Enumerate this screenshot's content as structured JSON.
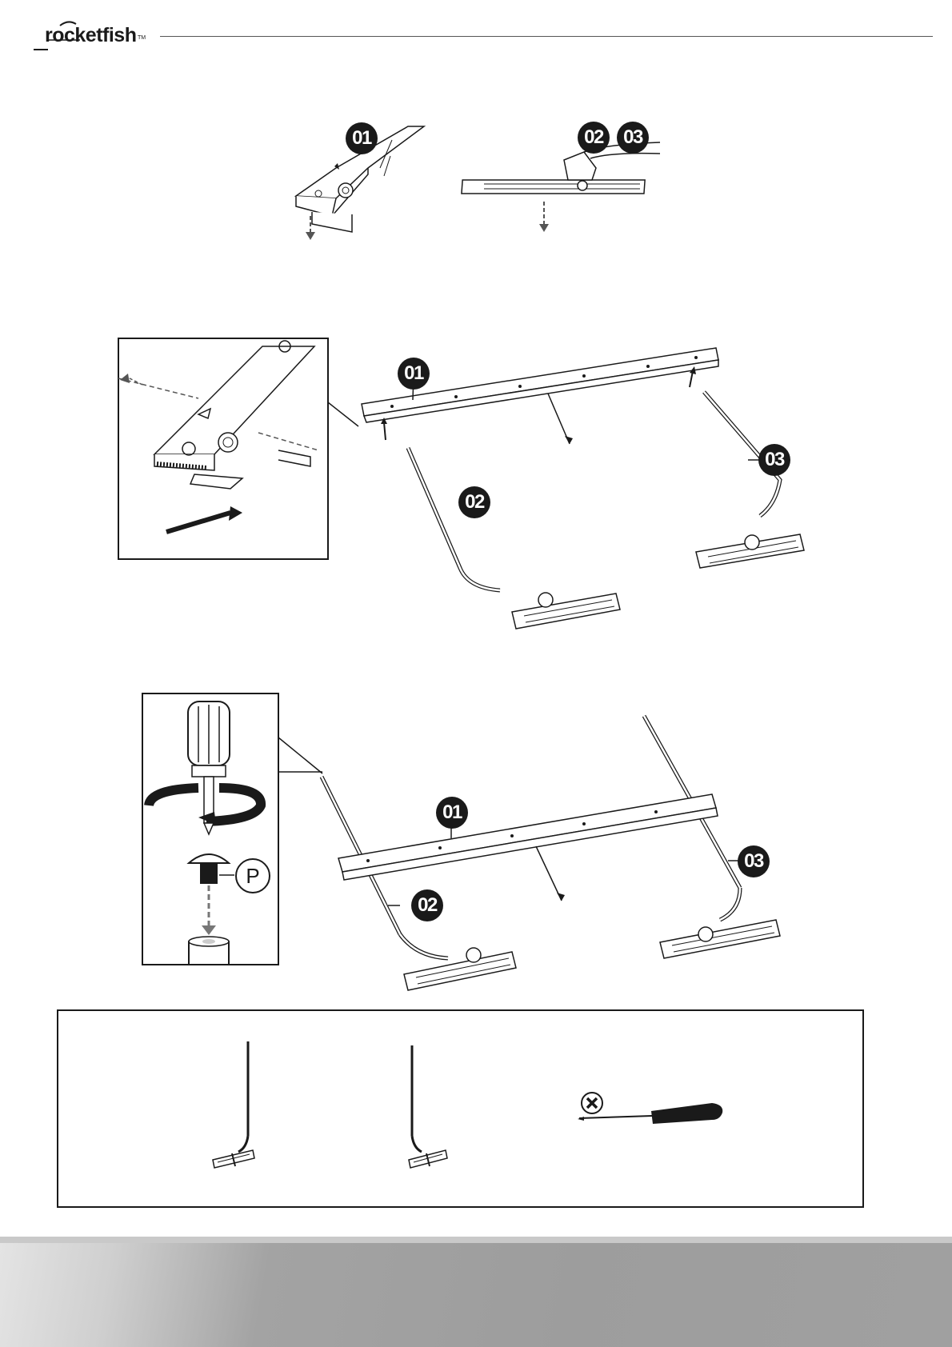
{
  "header": {
    "brand": "rocketfish",
    "trademark": "TM"
  },
  "step1": {
    "badge_left": "01",
    "badge_mid": "02",
    "badge_right": "03"
  },
  "step2": {
    "badge_rail": "01",
    "badge_arm_left": "02",
    "badge_arm_right": "03"
  },
  "step3": {
    "badge_rail": "01",
    "badge_arm_left": "02",
    "badge_arm_right": "03",
    "screw_label": "P"
  },
  "colors": {
    "ink": "#1a1a1a",
    "footer": "#9d9d9d",
    "footer_light": "#e4e4e4"
  },
  "icons": [
    "rail-end-icon",
    "foot-plate-icon",
    "screwdriver-icon",
    "screw-icon",
    "phillips-head-icon"
  ]
}
